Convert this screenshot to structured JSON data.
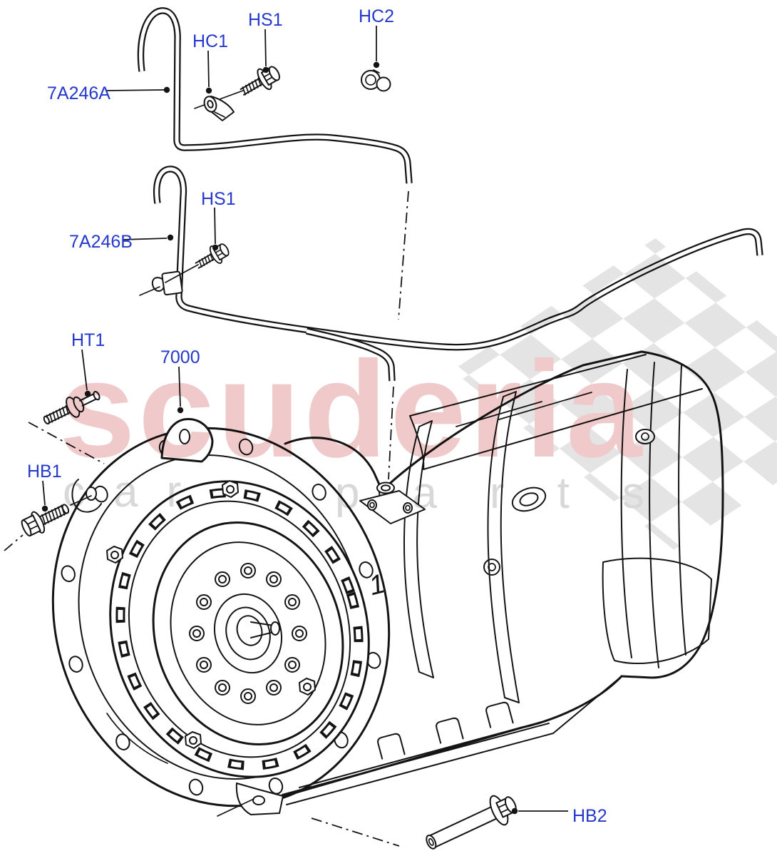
{
  "page": {
    "background": "#ffffff"
  },
  "colors": {
    "label_blue": "#2438cc",
    "line_black": "#141414",
    "watermark_pink": "#f0caca",
    "watermark_gray": "#d8d8d8",
    "checker_gray": "#e4e4e4"
  },
  "labels": {
    "pipe_a": "7A246A",
    "clip_hc1": "HC1",
    "screw_hs1_top": "HS1",
    "clip_hc2": "HC2",
    "pipe_b": "7A246B",
    "screw_hs1_mid": "HS1",
    "stud_ht1": "HT1",
    "transmission": "7000",
    "bolt_hb1": "HB1",
    "bolt_hb2": "HB2"
  },
  "drawing": {
    "inline_part_index": "1"
  },
  "watermark": {
    "title": "scuderia",
    "word_left": "car",
    "word_right": "parts"
  }
}
